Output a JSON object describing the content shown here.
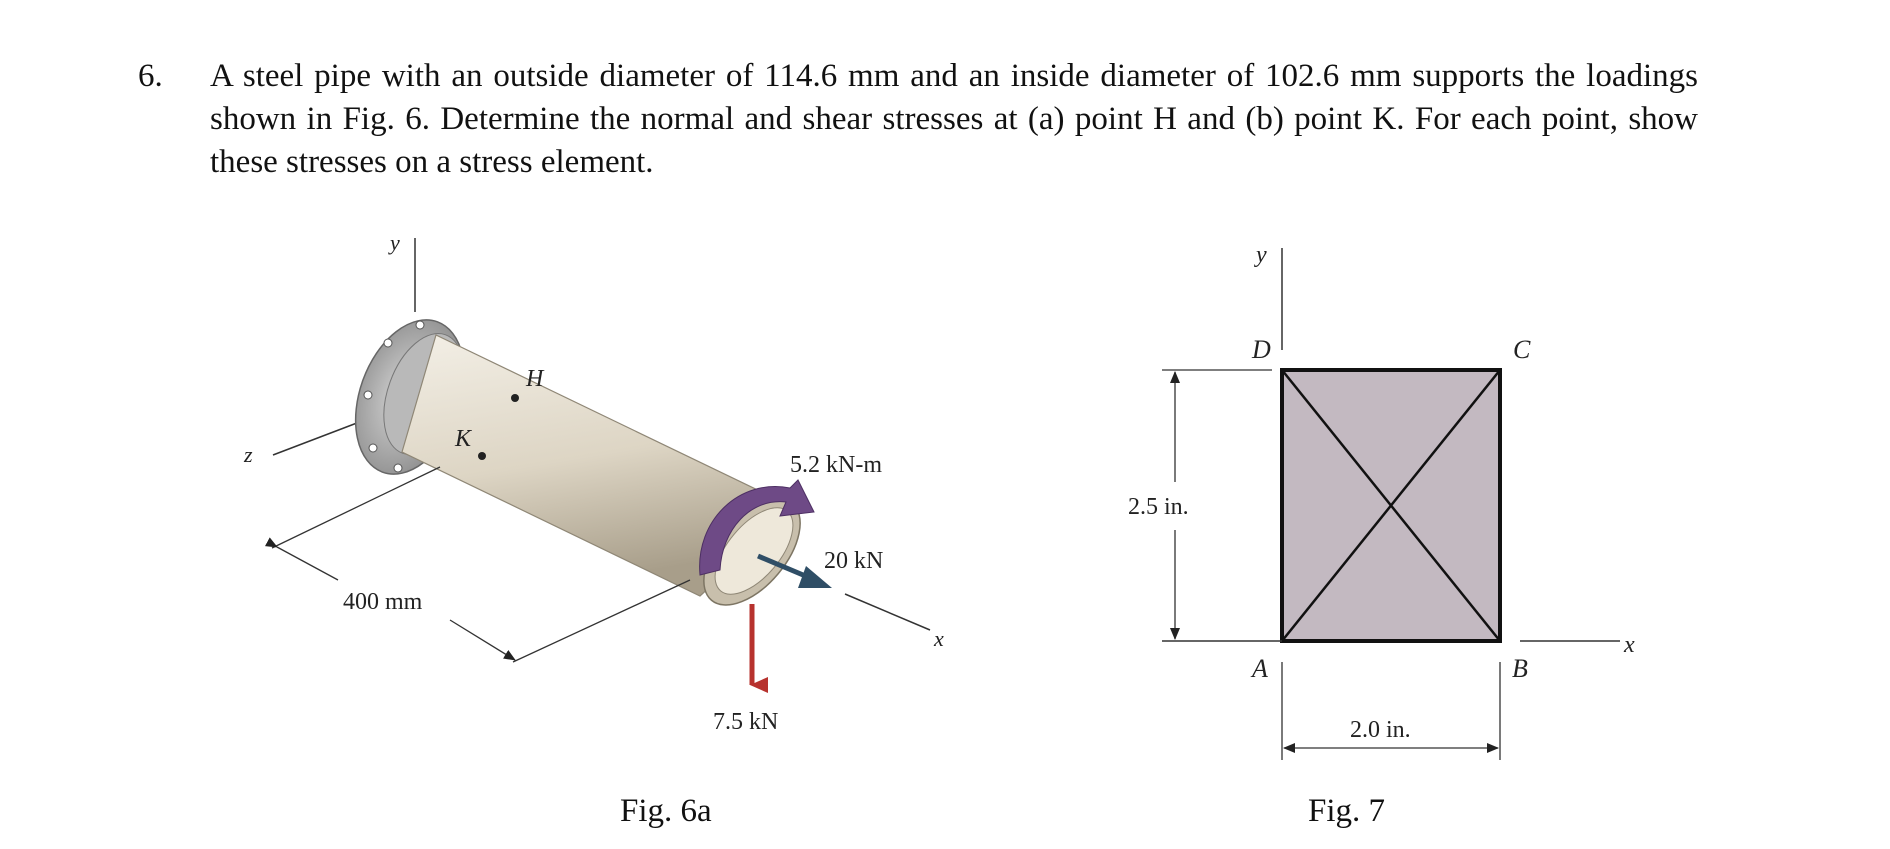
{
  "problem": {
    "number": "6.",
    "text": "A steel pipe with an outside diameter of 114.6 mm and an inside diameter of 102.6 mm supports the loadings shown in Fig. 6. Determine the normal and shear stresses at (a) point H and (b) point K. For each point, show these stresses on a stress element."
  },
  "fig6a": {
    "caption": "Fig. 6a",
    "axis_y": "y",
    "axis_z": "z",
    "axis_x": "x",
    "point_h": "H",
    "point_k": "K",
    "length": "400 mm",
    "moment": "5.2 kN-m",
    "axial_force": "20 kN",
    "vertical_force": "7.5 kN",
    "colors": {
      "pipe": "#ddd5c4",
      "torque": "#6e4a86",
      "axial_arrow": "#2f4e66",
      "vertical_arrow": "#b7322e"
    }
  },
  "fig7": {
    "caption": "Fig. 7",
    "axis_y": "y",
    "axis_x": "x",
    "corner_a": "A",
    "corner_b": "B",
    "corner_c": "C",
    "corner_d": "D",
    "height": "2.5 in.",
    "width": "2.0 in.",
    "colors": {
      "fill": "#c3b9c1"
    }
  }
}
